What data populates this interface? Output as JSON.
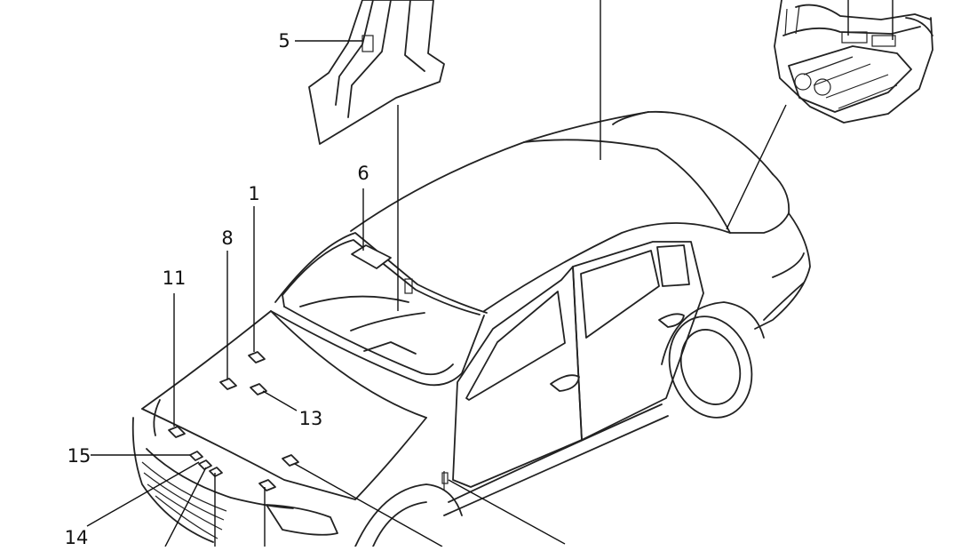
{
  "diagram": {
    "callouts": [
      {
        "id": "c1",
        "number": "1"
      },
      {
        "id": "c5",
        "number": "5"
      },
      {
        "id": "c6",
        "number": "6"
      },
      {
        "id": "c8",
        "number": "8"
      },
      {
        "id": "c11",
        "number": "11"
      },
      {
        "id": "c13",
        "number": "13"
      },
      {
        "id": "c14",
        "number": "14"
      },
      {
        "id": "c15",
        "number": "15"
      }
    ]
  }
}
